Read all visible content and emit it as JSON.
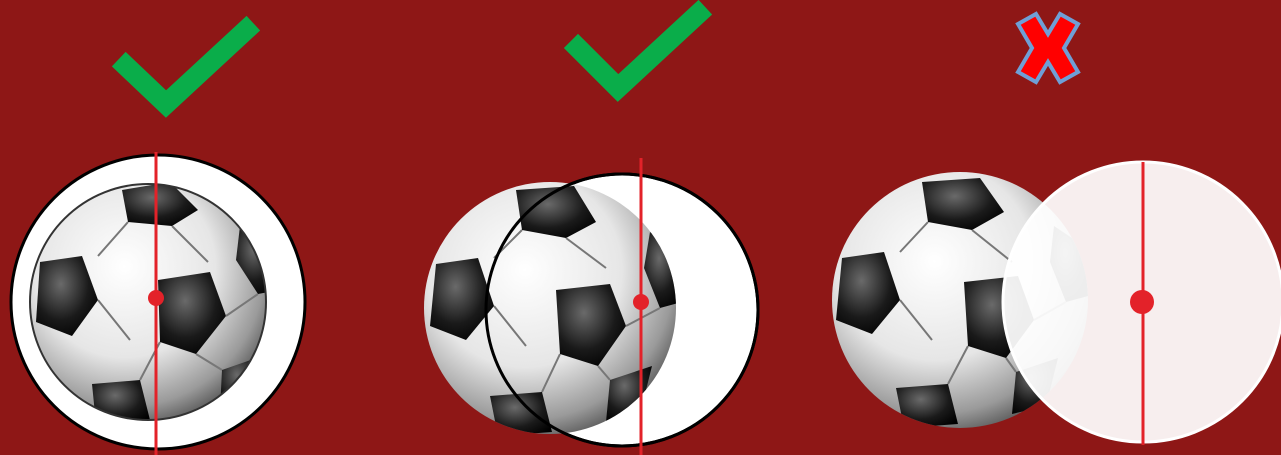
{
  "colors": {
    "background": "#8e1716",
    "check": "#0aad4a",
    "cross_fill": "#ff0000",
    "cross_outline": "#6f9fd6",
    "target_circle": "#ffffff",
    "target_outline": "#000000",
    "center_line": "#e32229",
    "center_dot": "#e32229",
    "ball_white": "#f2f2f2",
    "ball_black": "#111111"
  },
  "panels": [
    {
      "id": "panel-1",
      "verdict": "correct",
      "icon": "check-icon",
      "ball_position": "inside-circle"
    },
    {
      "id": "panel-2",
      "verdict": "correct",
      "icon": "check-icon",
      "ball_position": "overlapping-line"
    },
    {
      "id": "panel-3",
      "verdict": "incorrect",
      "icon": "cross-icon",
      "ball_position": "not-touching-line"
    }
  ]
}
